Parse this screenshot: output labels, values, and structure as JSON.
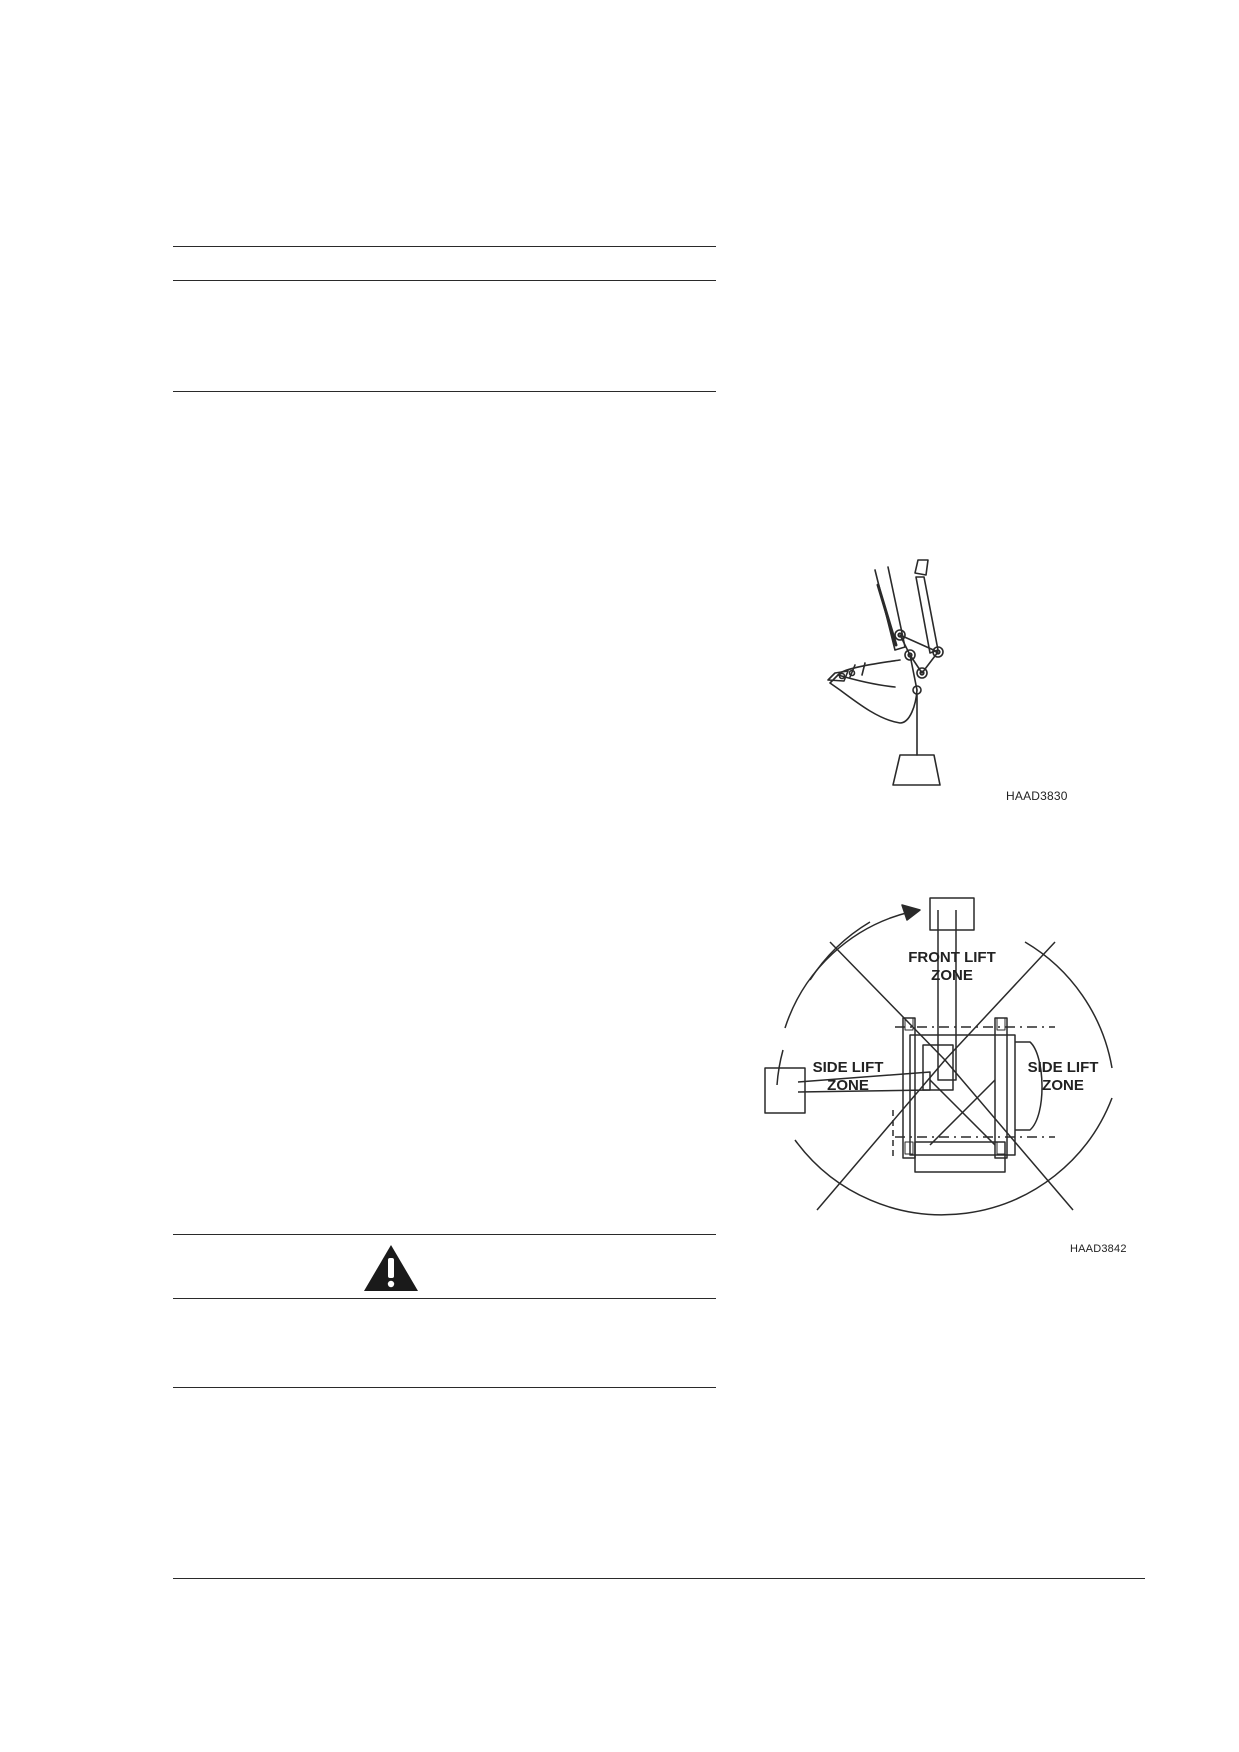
{
  "figures": {
    "bucket": {
      "id_label": "HAAD3830",
      "icon": "bucket-lifting-load-icon"
    },
    "lift_zones": {
      "id_label": "HAAD3842",
      "front_label_line1": "FRONT LIFT",
      "front_label_line2": "ZONE",
      "side_left_line1": "SIDE LIFT",
      "side_left_line2": "ZONE",
      "side_right_line1": "SIDE LIFT",
      "side_right_line2": "ZONE"
    }
  },
  "warning": {
    "icon": "warning-triangle-icon"
  },
  "colors": {
    "line": "#2a2a2a",
    "background": "#ffffff"
  }
}
